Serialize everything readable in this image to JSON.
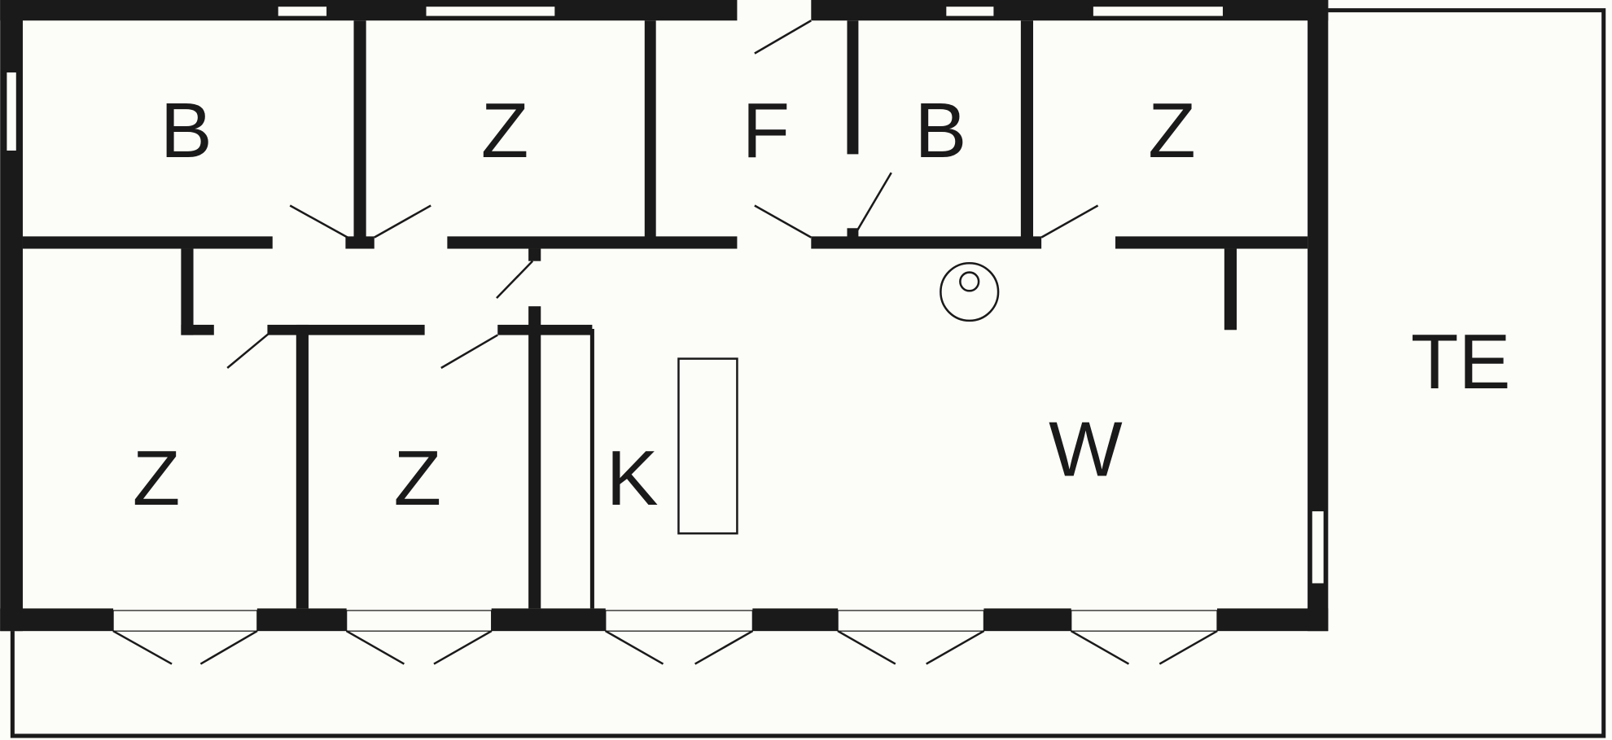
{
  "rooms": {
    "bath_1": {
      "label": "B"
    },
    "bedroom_1": {
      "label": "Z"
    },
    "hallway": {
      "label": "F"
    },
    "bath_2": {
      "label": "B"
    },
    "bedroom_2": {
      "label": "Z"
    },
    "bedroom_3": {
      "label": "Z"
    },
    "bedroom_4": {
      "label": "Z"
    },
    "kitchen": {
      "label": "K"
    },
    "living": {
      "label": "W"
    },
    "terrace": {
      "label": "TE"
    }
  }
}
